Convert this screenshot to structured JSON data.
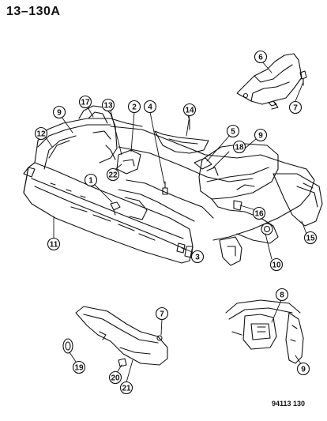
{
  "title": "13–130A",
  "figure_id": "94113 130",
  "colors": {
    "ink": "#111111",
    "paper": "#ffffff"
  },
  "callouts": [
    "1",
    "2",
    "3",
    "4",
    "5",
    "6",
    "7",
    "8",
    "9",
    "10",
    "11",
    "12",
    "13",
    "14",
    "15",
    "16",
    "17",
    "18",
    "19",
    "20",
    "21",
    "22"
  ]
}
